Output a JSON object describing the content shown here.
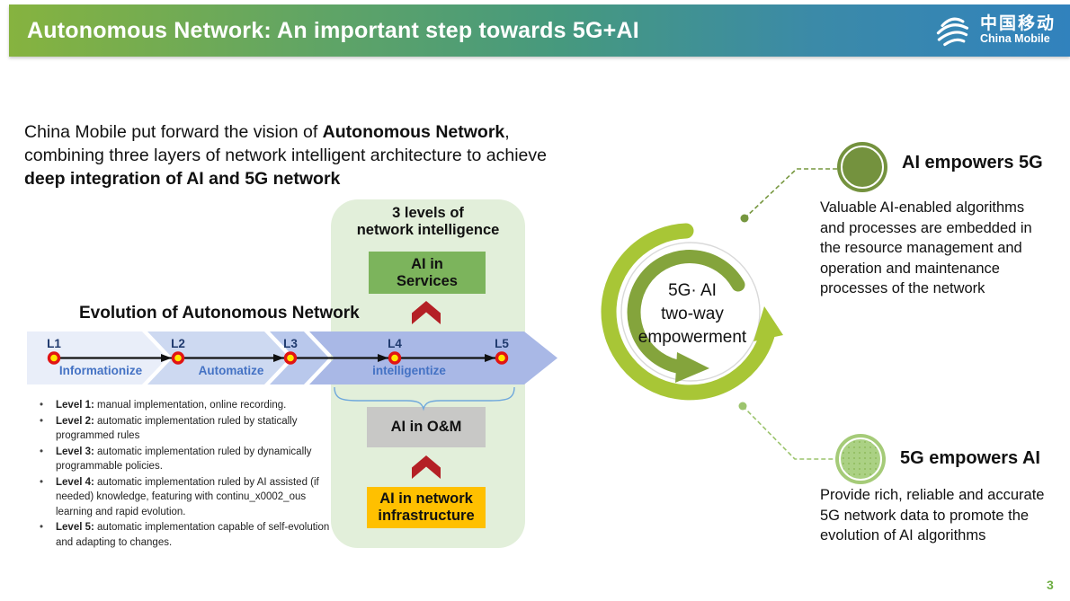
{
  "header": {
    "title": "Autonomous Network: An important step towards 5G+AI",
    "logo_cn": "中国移动",
    "logo_en": "China Mobile"
  },
  "intro": {
    "seg1": "China Mobile put forward the vision of ",
    "seg2": "Autonomous Network",
    "seg3": ", combining three layers of network intelligent architecture to achieve ",
    "seg4": "deep integration of AI and 5G network"
  },
  "levels_panel": {
    "title": "3 levels of\nnetwork intelligence",
    "box_services": "AI in\nServices",
    "box_om": "AI in O&M",
    "box_infra": "AI in network\ninfrastructure"
  },
  "timeline": {
    "heading": "Evolution of Autonomous Network",
    "milestones": [
      {
        "label": "L1"
      },
      {
        "label": "L2"
      },
      {
        "label": "L3"
      },
      {
        "label": "L4"
      },
      {
        "label": "L5"
      }
    ],
    "phases": [
      {
        "label": "Informationize"
      },
      {
        "label": "Automatize"
      },
      {
        "label": "intelligentize"
      }
    ]
  },
  "bullets": [
    {
      "label": "Level 1:",
      "text": " manual implementation, online recording."
    },
    {
      "label": "Level 2:",
      "text": " automatic implementation ruled by statically programmed rules"
    },
    {
      "label": "Level 3:",
      "text": " automatic implementation ruled by dynamically programmable policies."
    },
    {
      "label": "Level 4:",
      "text": " automatic implementation ruled by AI assisted (if needed) knowledge, featuring with continu_x0002_ous learning and rapid evolution."
    },
    {
      "label": "Level 5:",
      "text": " automatic implementation capable of self-evolution and adapting to changes."
    }
  ],
  "loop": {
    "center_label": "5G· AI\ntwo-way\nempowerment"
  },
  "sections": [
    {
      "title": "AI empowers 5G",
      "body": "Valuable AI-enabled algorithms and processes are embedded in the resource management and operation and maintenance processes of the network"
    },
    {
      "title": "5G empowers AI",
      "body": "Provide rich, reliable and accurate 5G network data to promote the evolution of AI algorithms"
    }
  ],
  "page_number": "3",
  "colors": {
    "header_gradient_left": "#86b33f",
    "header_gradient_right": "#3182bd",
    "panel_green": "#e2efda",
    "services_green": "#7cb45c",
    "om_gray": "#c8c8c6",
    "infra_gold": "#ffc000",
    "chevron_red": "#b42025",
    "band_blue_dark": "#a9b8e6",
    "loop_outer_green": "#a8c636",
    "loop_inner_olive": "#84a43c",
    "accent_page_green": "#6fae44"
  }
}
